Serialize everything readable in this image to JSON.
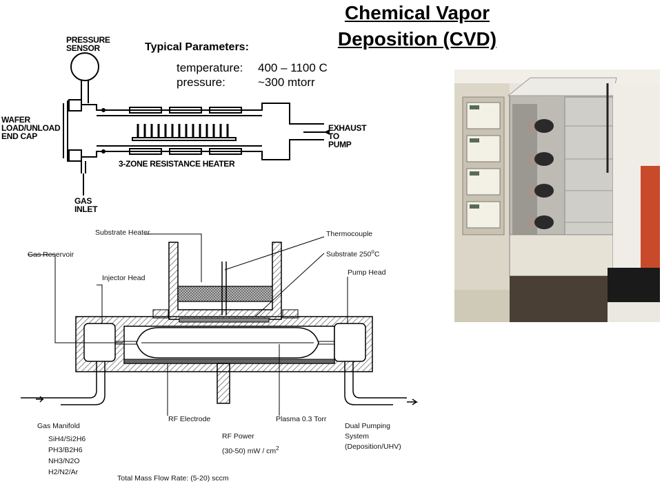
{
  "title": {
    "line1": "Chemical Vapor",
    "line2": "Deposition (CVD)"
  },
  "top_diagram": {
    "pressure_sensor": [
      "PRESSURE",
      "SENSOR"
    ],
    "wafer_cap": [
      "WAFER",
      "LOAD/UNLOAD",
      "END CAP"
    ],
    "gas_inlet": [
      "GAS",
      "INLET"
    ],
    "exhaust": [
      "EXHAUST",
      "TO",
      "PUMP"
    ],
    "heater": "3-ZONE RESISTANCE HEATER",
    "params_heading": "Typical Parameters:",
    "params": [
      {
        "label": "temperature:",
        "value": "400 – 1100 C"
      },
      {
        "label": "pressure:",
        "value": "~300 mtorr"
      }
    ]
  },
  "bottom_diagram": {
    "substrate_heater": "Substrate Heater",
    "thermocouple": "Thermocouple",
    "substrate_temp": "Substrate 250",
    "substrate_temp_sup": "o",
    "substrate_temp_unit": "C",
    "gas_reservoir": "Gas Reservoir",
    "injector_head": "Injector Head",
    "pump_head": "Pump Head",
    "rf_electrode": "RF Electrode",
    "plasma": "Plasma 0.3 Torr",
    "rf_power": "RF Power",
    "rf_power_value": "(30-50) mW / cm",
    "rf_power_sup": "2",
    "gas_manifold": "Gas Manifold",
    "gases": [
      "SiH4/Si2H6",
      "PH3/B2H6",
      "NH3/N2O",
      "H2/N2/Ar"
    ],
    "dual_pumping": [
      "Dual Pumping",
      "System",
      "(Deposition/UHV)"
    ],
    "total_flow": "Total Mass Flow Rate: (5-20) sccm"
  },
  "colors": {
    "ink": "#000000",
    "hatch": "#555555",
    "cabinet": "#d8d2c4",
    "steel": "#b8b8b4"
  }
}
